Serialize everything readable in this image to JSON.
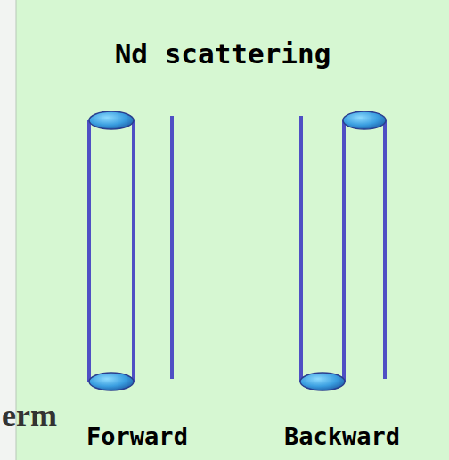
{
  "diagram": {
    "title": "Nd scattering",
    "labels": [
      "Forward",
      "Backward",
      "erm"
    ]
  }
}
